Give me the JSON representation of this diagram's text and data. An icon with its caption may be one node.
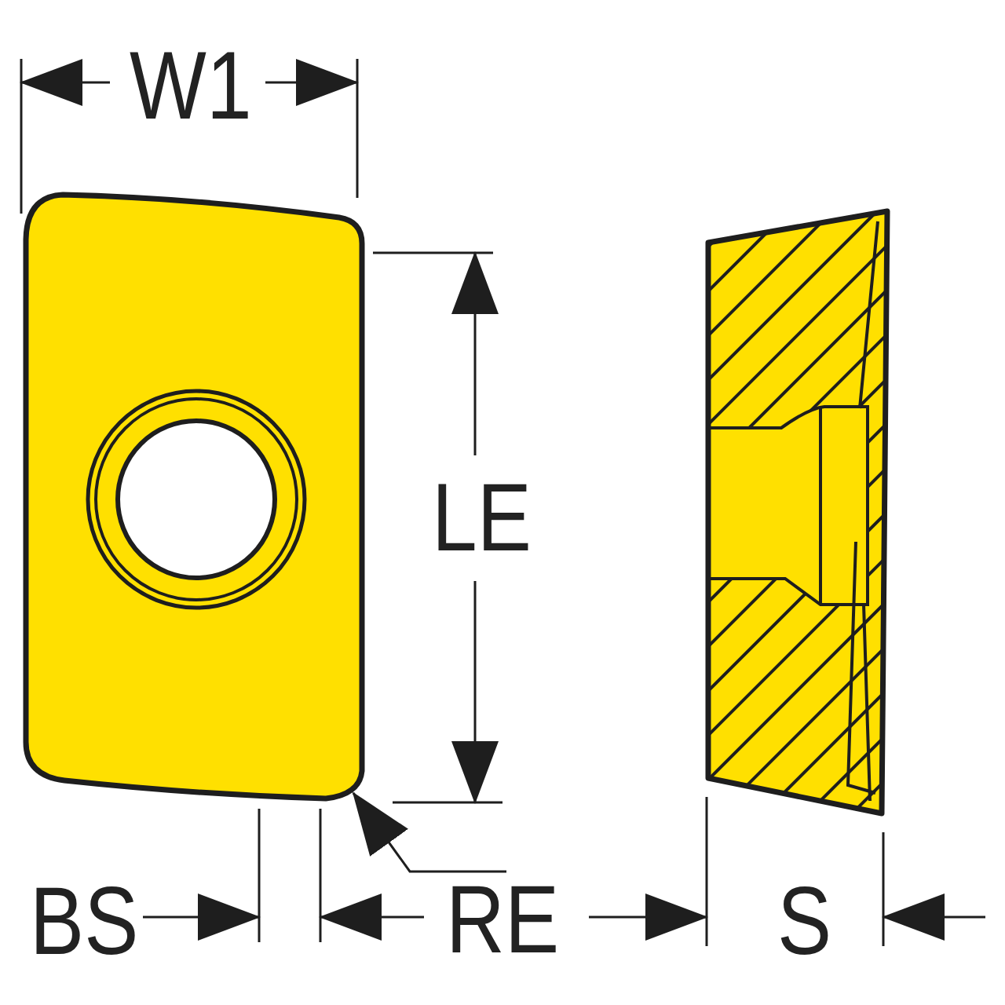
{
  "diagram": {
    "nodes": [
      {
        "text": [],
        "shape": "picture"
      },
      {
        "text": [
          "RE"
        ]
      }
    ],
    "edges": [
      {
        "from": 1,
        "to": 0,
        "arrow": "to"
      }
    ],
    "labels": [
      "W1",
      "LE",
      "BS",
      "S"
    ]
  }
}
